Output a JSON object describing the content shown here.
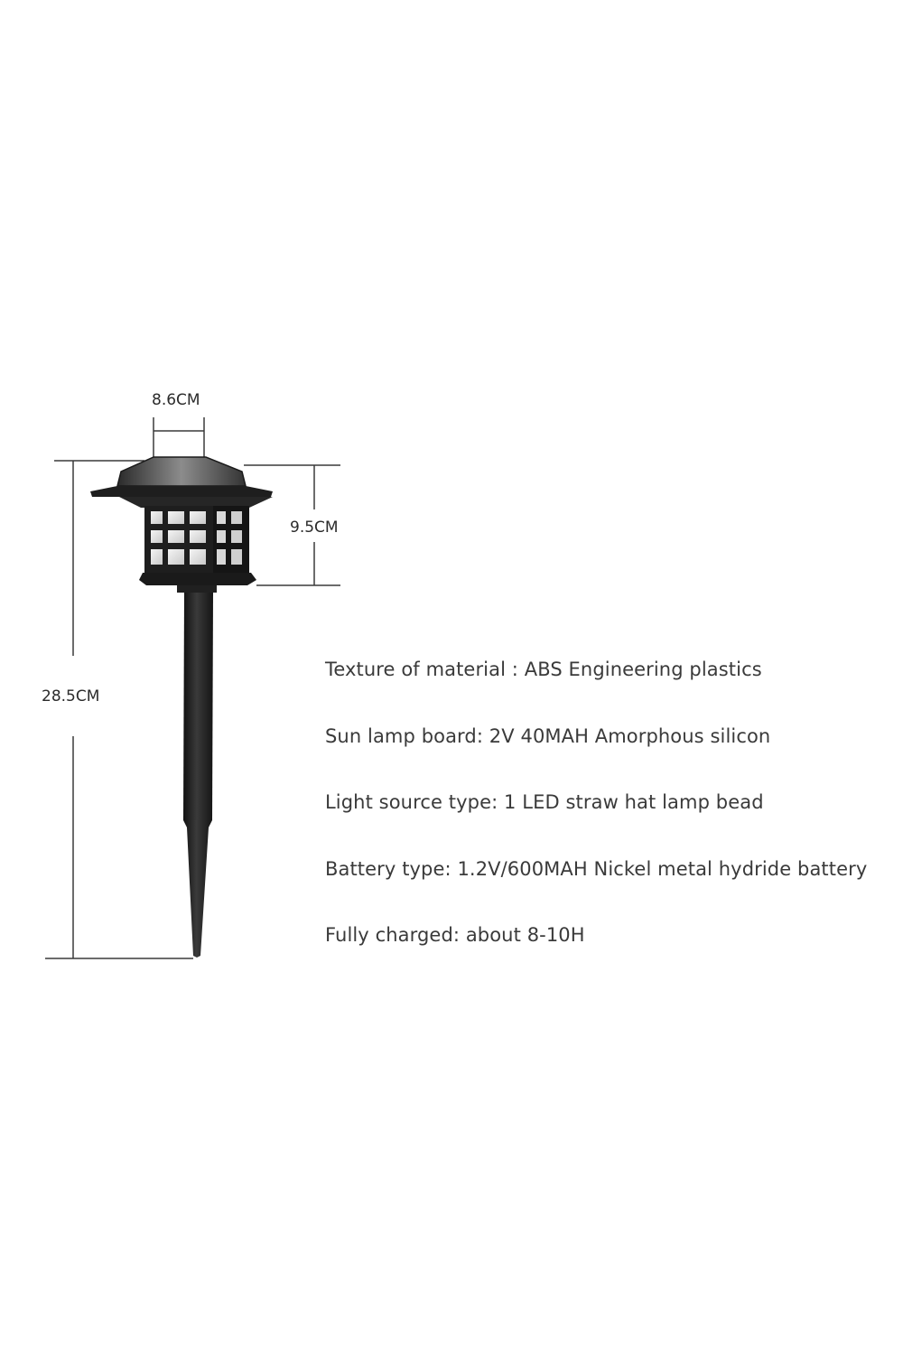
{
  "dimensions": {
    "width": "8.6CM",
    "head_height": "9.5CM",
    "total_height": "28.5CM"
  },
  "specs": [
    "Texture of material : ABS Engineering plastics",
    "Sun lamp board: 2V 40MAH Amorphous silicon",
    "Light source type: 1 LED straw hat lamp bead",
    "Battery type: 1.2V/600MAH Nickel metal hydride battery",
    "Fully charged: about 8-10H"
  ],
  "colors": {
    "lamp_body": "#1f1f1f",
    "roof_top": "#7a7a7a",
    "window_glow": "#dcdcdc",
    "dimension_line": "#3a3a3a"
  }
}
